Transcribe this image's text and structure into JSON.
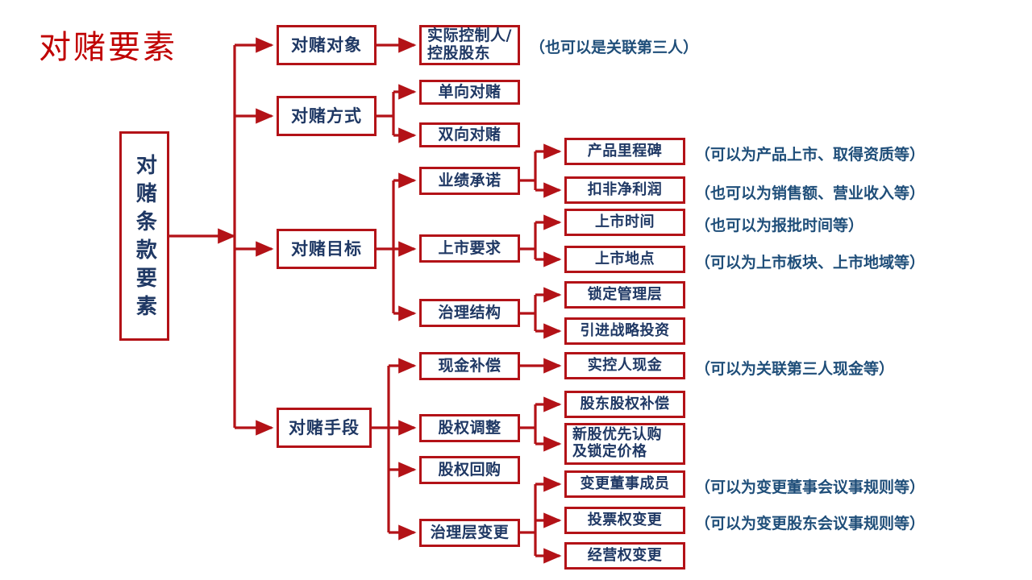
{
  "diagram": {
    "title": "对赌要素",
    "title_color": "#C00000",
    "box_border_color": "#B31217",
    "box_text_color": "#1F3864",
    "note_text_color": "#1F4E79",
    "connector_color": "#B31217",
    "background_color": "#FFFFFF"
  },
  "root": {
    "label": "对赌条款要素"
  },
  "branches": [
    {
      "label": "对赌对象",
      "children": [
        {
          "label": "实际控制人/\n控股股东",
          "note": "（也可以是关联第三人）"
        }
      ]
    },
    {
      "label": "对赌方式",
      "children": [
        {
          "label": "单向对赌",
          "note": ""
        },
        {
          "label": "双向对赌",
          "note": ""
        }
      ]
    },
    {
      "label": "对赌目标",
      "children": [
        {
          "label": "业绩承诺",
          "grandchildren": [
            {
              "label": "产品里程碑",
              "note": "（可以为产品上市、取得资质等）"
            },
            {
              "label": "扣非净利润",
              "note": "（也可以为销售额、营业收入等）"
            }
          ]
        },
        {
          "label": "上市要求",
          "grandchildren": [
            {
              "label": "上市时间",
              "note": "（也可以为报批时间等）"
            },
            {
              "label": "上市地点",
              "note": "（可以为上市板块、上市地域等）"
            }
          ]
        },
        {
          "label": "治理结构",
          "grandchildren": [
            {
              "label": "锁定管理层",
              "note": ""
            },
            {
              "label": "引进战略投资",
              "note": ""
            }
          ]
        }
      ]
    },
    {
      "label": "对赌手段",
      "children": [
        {
          "label": "现金补偿",
          "grandchildren": [
            {
              "label": "实控人现金",
              "note": "（可以为关联第三人现金等）"
            }
          ]
        },
        {
          "label": "股权调整",
          "grandchildren": [
            {
              "label": "股东股权补偿",
              "note": ""
            },
            {
              "label": "新股优先认购\n及锁定价格",
              "note": ""
            }
          ]
        },
        {
          "label": "股权回购",
          "grandchildren": []
        },
        {
          "label": "治理层变更",
          "grandchildren": [
            {
              "label": "变更董事成员",
              "note": "（可以为变更董事会议事规则等）"
            },
            {
              "label": "投票权变更",
              "note": "（可以为变更股东会议事规则等）"
            },
            {
              "label": "经营权变更",
              "note": ""
            }
          ]
        }
      ]
    }
  ],
  "nodes": {
    "root": "对赌条款要素",
    "b1": "对赌对象",
    "b2": "对赌方式",
    "b3": "对赌目标",
    "b4": "对赌手段",
    "c_actual": "实际控制人/",
    "c_actual2": "控股股东",
    "c_oneway": "单向对赌",
    "c_twoway": "双向对赌",
    "c_perf": "业绩承诺",
    "c_ipo": "上市要求",
    "c_gov": "治理结构",
    "c_cash": "现金补偿",
    "c_equity": "股权调整",
    "c_buyback": "股权回购",
    "c_govchg": "治理层变更",
    "g_milestone": "产品里程碑",
    "g_profit": "扣非净利润",
    "g_ipotime": "上市时间",
    "g_ipoplace": "上市地点",
    "g_lockmgmt": "锁定管理层",
    "g_strategic": "引进战略投资",
    "g_cashctrl": "实控人现金",
    "g_shcomp": "股东股权补偿",
    "g_newshare1": "新股优先认购",
    "g_newshare2": "及锁定价格",
    "g_director": "变更董事成员",
    "g_vote": "投票权变更",
    "g_operate": "经营权变更"
  },
  "notes": {
    "n_thirdparty": "（也可以是关联第三人）",
    "n_milestone": "（可以为产品上市、取得资质等）",
    "n_profit": "（也可以为销售额、营业收入等）",
    "n_ipotime": "（也可以为报批时间等）",
    "n_ipoplace": "（可以为上市板块、上市地域等）",
    "n_cashctrl": "（可以为关联第三人现金等）",
    "n_director": "（可以为变更董事会议事规则等）",
    "n_vote": "（可以为变更股东会议事规则等）"
  }
}
